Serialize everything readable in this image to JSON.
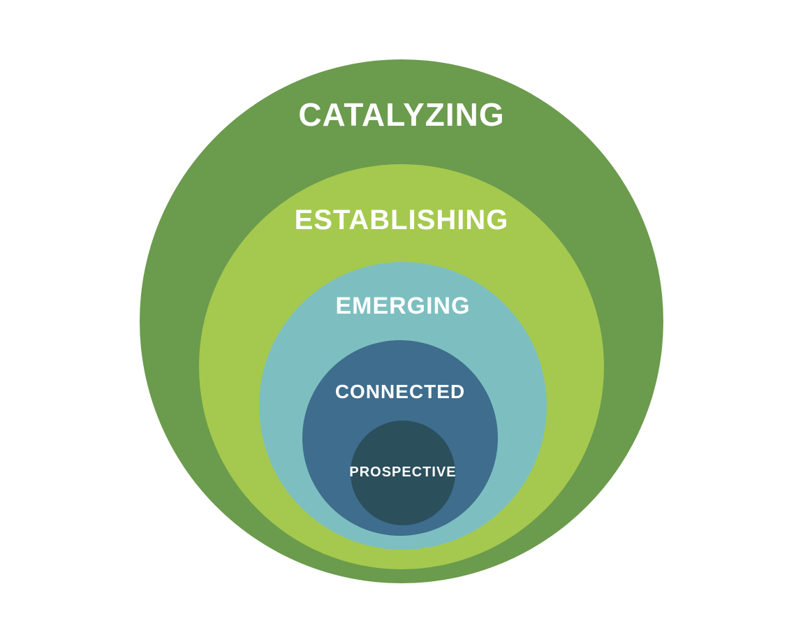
{
  "diagram": {
    "title": "Nested stages diagram",
    "background_color": "#ffffff",
    "text_color": "#ffffff",
    "levels": [
      {
        "label": "CATALYZING",
        "color": "#6b9b4d"
      },
      {
        "label": "ESTABLISHING",
        "color": "#a5c94e"
      },
      {
        "label": "EMERGING",
        "color": "#7dbfc0"
      },
      {
        "label": "CONNECTED",
        "color": "#3e6d8e"
      },
      {
        "label": "PROSPECTIVE",
        "color": "#2b4f5b"
      }
    ]
  }
}
